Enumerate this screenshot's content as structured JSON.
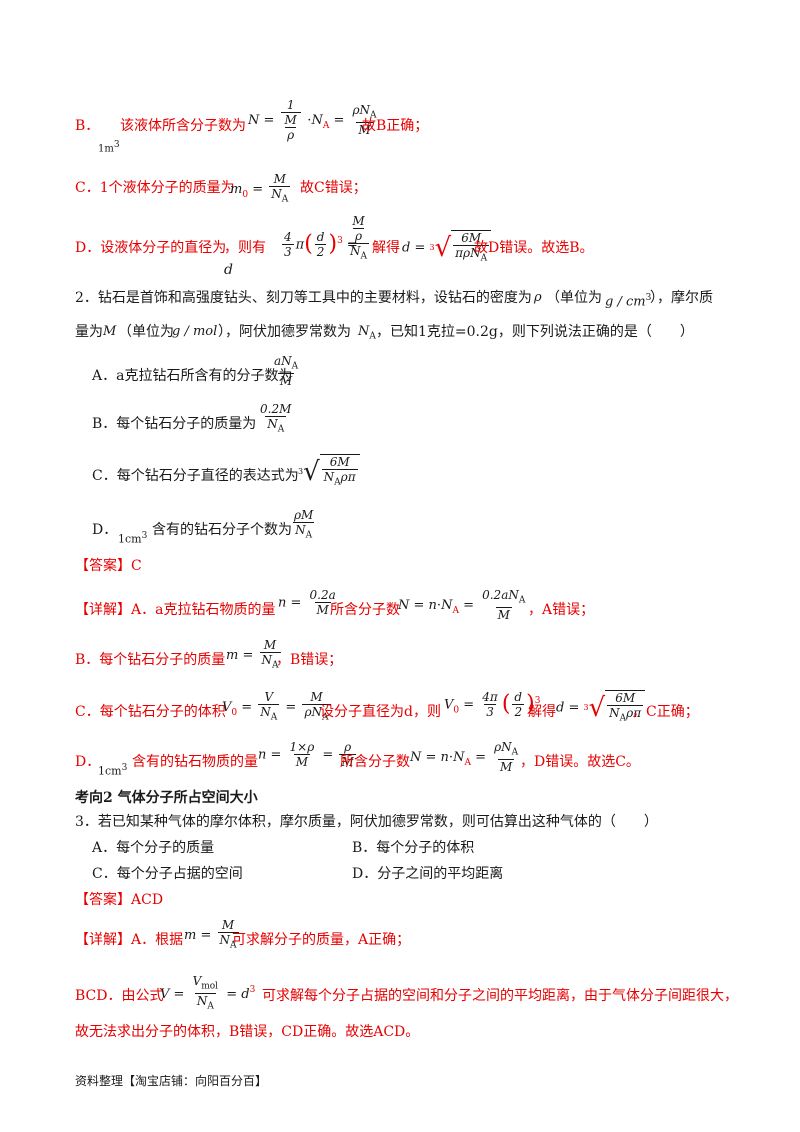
{
  "lines": {
    "b1_label": "B．",
    "b1_text": "该液体所含分子数为",
    "b1_unit": "1m",
    "b1_end": "故B正确；",
    "c1_text": "C．1个液体分子的质量为",
    "c1_end": "故C错误；",
    "d1_text": "D．设液体分子的直径为",
    "d1_mid": "，则有",
    "d1_solve": "解得",
    "d1_end": "故D错误。故选B。",
    "d1_var": "d",
    "q2_a": "2．钻石是首饰和高强度钻头、刻刀等工具中的主要材料，设钻石的密度为",
    "q2_b": "（单位为",
    "q2_c": "），摩尔质",
    "q2_d": "量为",
    "q2_e": "（单位为",
    "q2_f": "），阿伏加德罗常数为",
    "q2_g": "，已知1克拉=0.2g，则下列说法正确的是（　　）",
    "optA": "A．a克拉钻石所含有的分子数为",
    "optB": "B．每个钻石分子的质量为",
    "optC": "C．每个钻石分子直径的表达式为",
    "optD_a": "D．",
    "optD_unit": "1cm",
    "optD_b": "含有的钻石分子个数为",
    "ans2": "【答案】C",
    "det2_head": "【详解】A．a克拉钻石物质的量",
    "det2_mid": "所含分子数",
    "det2_end": "，A错误；",
    "det2b_text": "B．每个钻石分子的质量",
    "det2b_end": "，B错误；",
    "det2c_text": "C．每个钻石分子的体积",
    "det2c_mid": "设分子直径为d，则",
    "det2c_solve": "解得",
    "det2c_end": "，C正确；",
    "det2d_a": "D．",
    "det2d_unit": "1cm",
    "det2d_b": "含有的钻石物质的量",
    "det2d_mid": "所含分子数",
    "det2d_end": "，D错误。故选C。",
    "sec2": "考向2  气体分子所占空间大小",
    "q3": "3．若已知某种气体的摩尔体积，摩尔质量，阿伏加德罗常数，则可估算出这种气体的（　　）",
    "q3A": "A．每个分子的质量",
    "q3B": "B．每个分子的体积",
    "q3C": "C．每个分子占据的空间",
    "q3D": "D．分子之间的平均距离",
    "ans3": "【答案】ACD",
    "det3_head": "【详解】A．根据",
    "det3_end": "可求解分子的质量，A正确；",
    "det3b_head": "BCD．由公式",
    "det3b_end": "可求解每个分子占据的空间和分子之间的平均距离，由于气体分子间距很大，",
    "det3c": "故无法求出分子的体积，B错误，CD正确。故选ACD。",
    "footer": "资料整理【淘宝店铺：向阳百分百】"
  }
}
